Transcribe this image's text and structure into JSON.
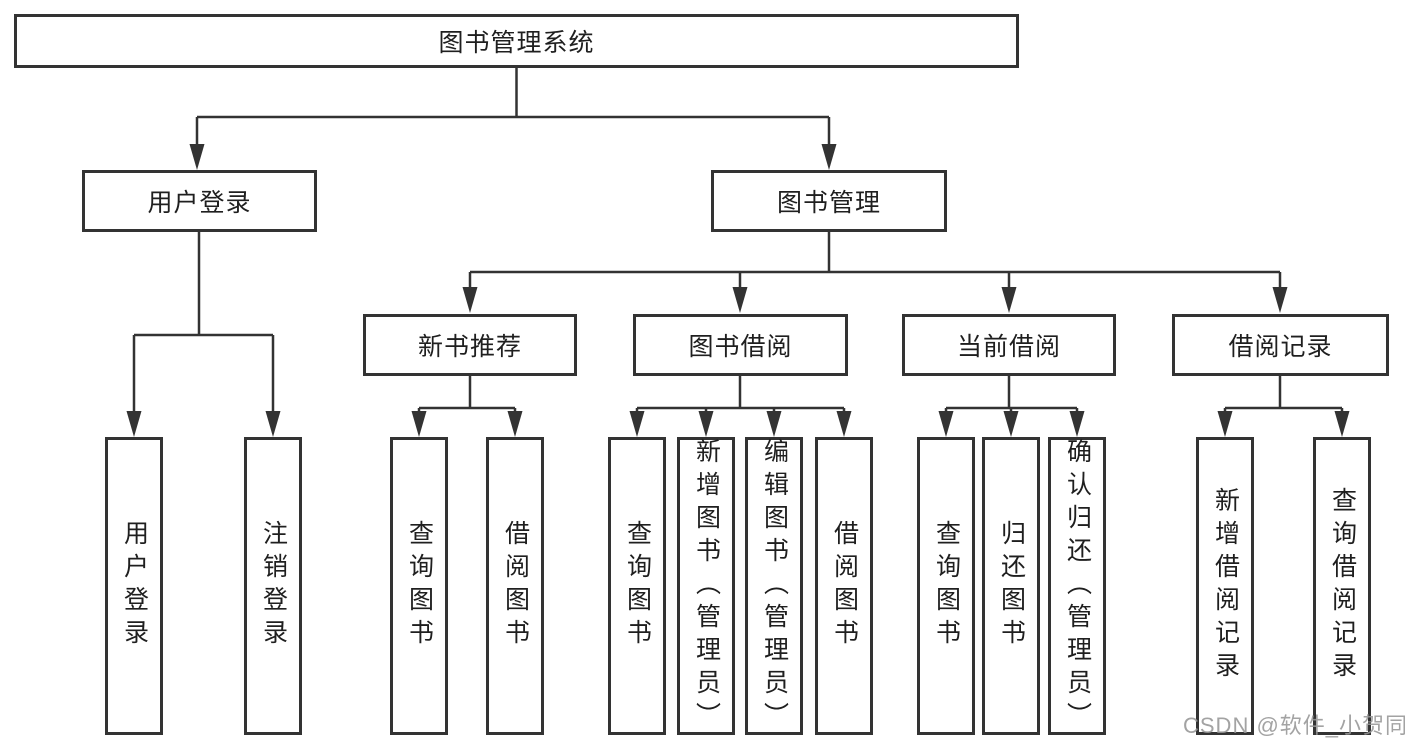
{
  "tree": {
    "label": "图书管理系统",
    "children": [
      {
        "label": "用户登录",
        "children": [
          {
            "label": "用户登录"
          },
          {
            "label": "注销登录"
          }
        ]
      },
      {
        "label": "图书管理",
        "children": [
          {
            "label": "新书推荐",
            "children": [
              {
                "label": "查询图书"
              },
              {
                "label": "借阅图书"
              }
            ]
          },
          {
            "label": "图书借阅",
            "children": [
              {
                "label": "查询图书"
              },
              {
                "label": "新增图书（管理员）"
              },
              {
                "label": "编辑图书（管理员）"
              },
              {
                "label": "借阅图书"
              }
            ]
          },
          {
            "label": "当前借阅",
            "children": [
              {
                "label": "查询图书"
              },
              {
                "label": "归还图书"
              },
              {
                "label": "确认归还（管理员）"
              }
            ]
          },
          {
            "label": "借阅记录",
            "children": [
              {
                "label": "新增借阅记录"
              },
              {
                "label": "查询借阅记录"
              }
            ]
          }
        ]
      }
    ]
  },
  "watermark": {
    "text": "CSDN @软件_小贺同学"
  },
  "colors": {
    "line": "#333333",
    "box_border": "#333333",
    "text": "#1f1f1f",
    "background": "#ffffff",
    "watermark": "#969696"
  }
}
